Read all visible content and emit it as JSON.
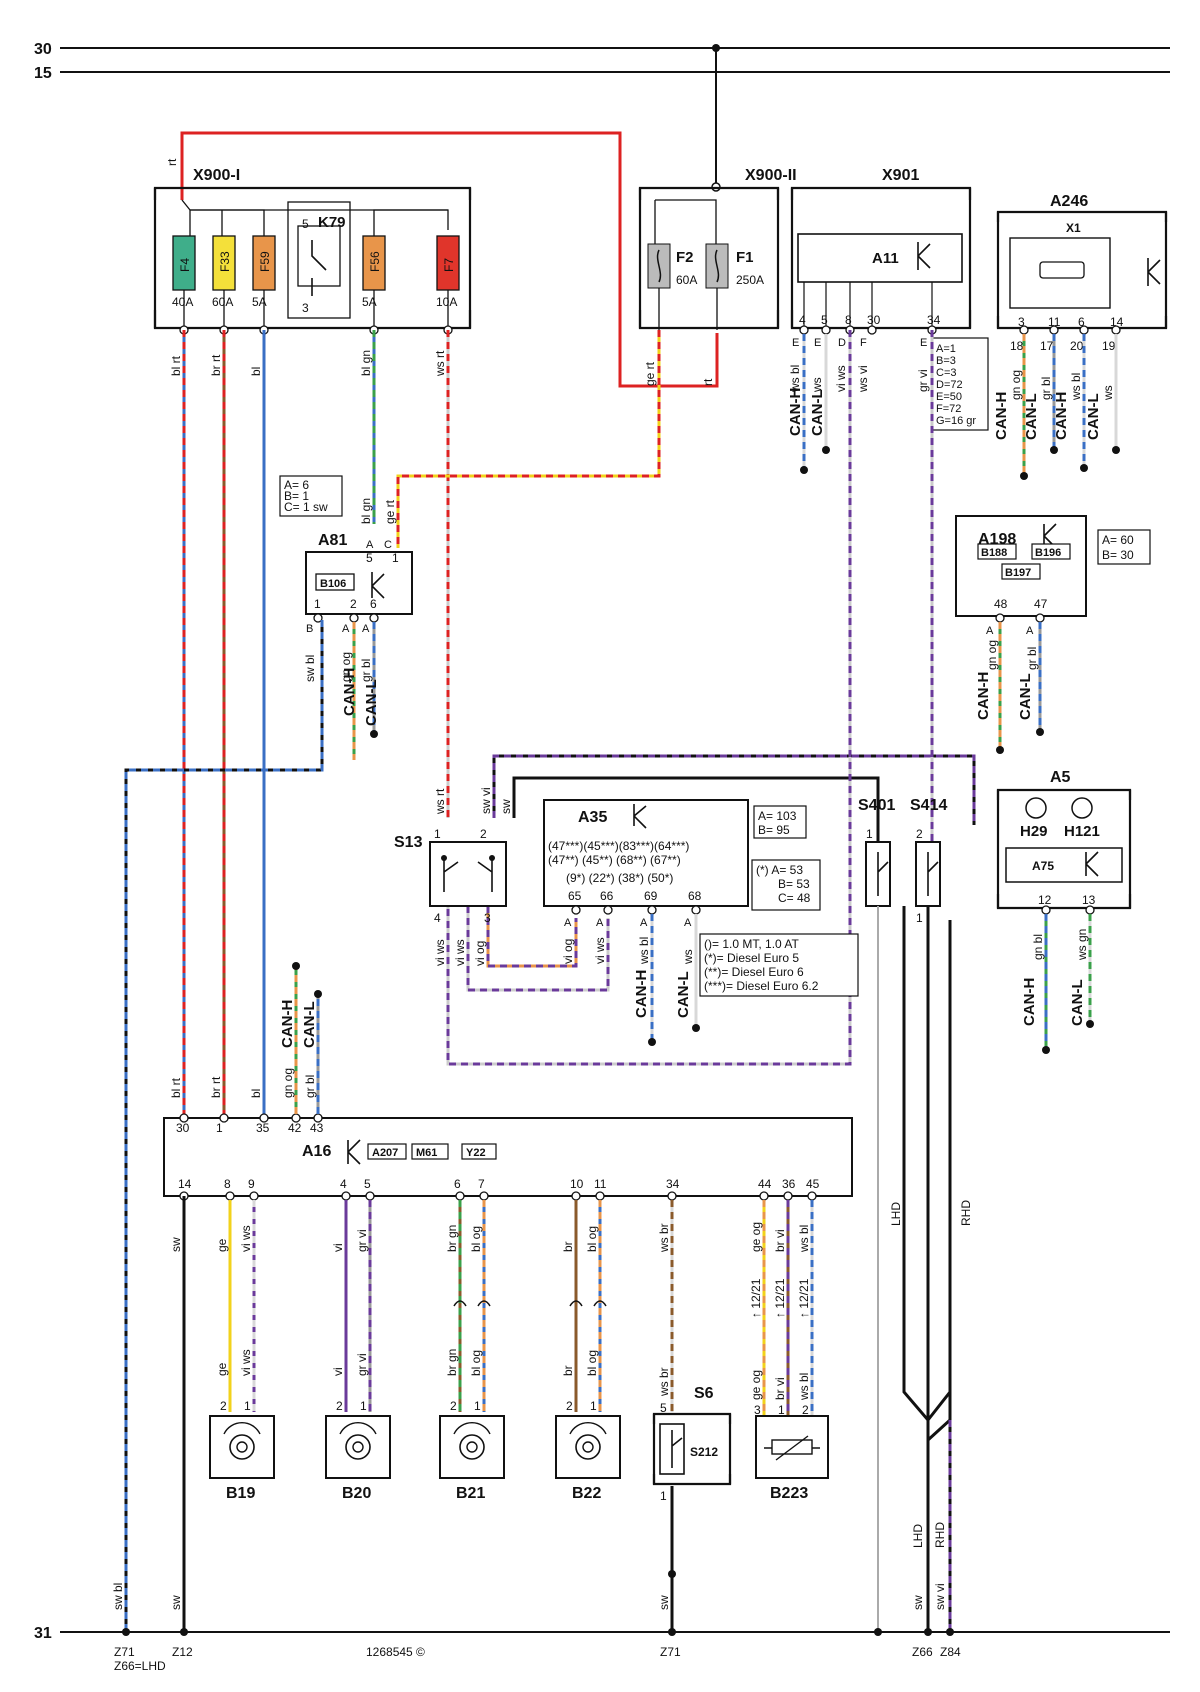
{
  "buses": {
    "b30": "30",
    "b15": "15",
    "b31": "31"
  },
  "x900i": {
    "title": "X900-I",
    "rt": "rt",
    "relay": "K79",
    "relay_p5": "5",
    "relay_p3": "3",
    "fuses": [
      {
        "name": "F4",
        "rating": "40A",
        "color": "#3fae8a"
      },
      {
        "name": "F33",
        "rating": "60A",
        "color": "#f4e03a"
      },
      {
        "name": "F59",
        "rating": "5A",
        "color": "#e8954a"
      },
      {
        "name": "F56",
        "rating": "5A",
        "color": "#e8954a"
      },
      {
        "name": "F7",
        "rating": "10A",
        "color": "#e0352b"
      }
    ],
    "wires": [
      "bl rt",
      "br rt",
      "bl",
      "bl gn",
      "ws rt"
    ]
  },
  "x900ii": {
    "title": "X900-II",
    "f2": "F2",
    "f2r": "60A",
    "f1": "F1",
    "f1r": "250A",
    "w1": "ge rt",
    "w2": "rt"
  },
  "x901": {
    "title": "X901",
    "module": "A11",
    "pins": [
      "4",
      "5",
      "8",
      "30",
      "34"
    ],
    "letters": [
      "E",
      "E",
      "D",
      "F",
      "E"
    ],
    "wires": [
      "ws bl",
      "ws",
      "vi ws",
      "ws vi",
      "gr vi"
    ],
    "can_h": "CAN-H",
    "can_l": "CAN-L",
    "note": [
      "A=1",
      "B=3",
      "C=3",
      "D=72",
      "E=50",
      "F=72",
      "G=16 gr"
    ]
  },
  "a246": {
    "title": "A246",
    "sub": "X1",
    "pins_in": [
      "3",
      "11",
      "6",
      "14"
    ],
    "pins_out": [
      "18",
      "17",
      "20",
      "19"
    ],
    "wires": [
      "gn og",
      "gr bl",
      "ws bl",
      "ws"
    ],
    "labels": [
      "CAN-H",
      "CAN-L",
      "CAN-H",
      "CAN-L"
    ]
  },
  "a198": {
    "title": "A198",
    "tags": [
      "B188",
      "B196",
      "B197"
    ],
    "pins": [
      "48",
      "47"
    ],
    "letters": [
      "A",
      "A"
    ],
    "wires": [
      "gn og",
      "gr bl"
    ],
    "can_h": "CAN-H",
    "can_l": "CAN-L",
    "note": [
      "A= 60",
      "B= 30"
    ]
  },
  "a81": {
    "title": "A81",
    "tag": "B106",
    "top_pins": [
      "5",
      "1"
    ],
    "top_letters": [
      "A",
      "C"
    ],
    "top_wires": [
      "bl gn",
      "ge rt"
    ],
    "bot_pins": [
      "1",
      "2",
      "6"
    ],
    "bot_letters": [
      "B",
      "A",
      "A"
    ],
    "bot_wires": [
      "sw bl",
      "gn og",
      "gr bl"
    ],
    "can_h": "CAN-H",
    "can_l": "CAN-L",
    "note": [
      "A= 6",
      "B= 1",
      "C= 1 sw"
    ]
  },
  "s13": {
    "title": "S13",
    "pin1": "1",
    "pin2": "2",
    "pin4": "4",
    "pin3": "3",
    "w1": "ws rt",
    "w2": "sw vi",
    "w3": "sw",
    "w4a": "vi ws",
    "w4b": "vi ws",
    "w3a": "vi og"
  },
  "a35": {
    "title": "A35",
    "line1": "(47***)(45***)(83***)(64***)",
    "line2": "(47**)  (45**)  (68**)  (67**)",
    "line3": "(9*)    (22*)   (38*)   (50*)",
    "pins": [
      "65",
      "66",
      "69",
      "68"
    ],
    "letters": [
      "A",
      "A",
      "A",
      "A"
    ],
    "wires": [
      "vi og",
      "vi ws",
      "ws bl",
      "ws"
    ],
    "can_h": "CAN-H",
    "can_l": "CAN-L",
    "note1": [
      "A= 103",
      "B= 95"
    ],
    "note2": [
      "(*) A= 53",
      "B= 53",
      "C= 48"
    ],
    "legend": [
      "()= 1.0 MT, 1.0 AT",
      "(*)= Diesel Euro 5",
      "(**)= Diesel Euro 6",
      "(***)= Diesel Euro 6.2"
    ]
  },
  "s401": {
    "title": "S401",
    "pin": "1"
  },
  "s414": {
    "title": "S414",
    "pin_top": "2",
    "pin_bot": "1"
  },
  "a5": {
    "title": "A5",
    "h29": "H29",
    "h121": "H121",
    "module": "A75",
    "pins": [
      "12",
      "13"
    ],
    "wires": [
      "gn bl",
      "ws gn"
    ],
    "can_h": "CAN-H",
    "can_l": "CAN-L"
  },
  "a16": {
    "title": "A16",
    "tags": [
      "A207",
      "M61",
      "Y22"
    ],
    "top_pins": [
      "30",
      "1",
      "35",
      "42",
      "43"
    ],
    "top_wires": [
      "bl rt",
      "br rt",
      "bl",
      "gn og",
      "gr bl"
    ],
    "top_can_h": "CAN-H",
    "top_can_l": "CAN-L",
    "bot_pins": [
      "14",
      "8",
      "9",
      "4",
      "5",
      "6",
      "7",
      "10",
      "11",
      "34",
      "44",
      "36",
      "45"
    ],
    "bot_wires": [
      "sw",
      "ge",
      "vi ws",
      "vi",
      "gr vi",
      "br gn",
      "bl og",
      "br",
      "bl og",
      "ws br",
      "ge og",
      "br vi",
      "ws bl"
    ]
  },
  "sensors": [
    {
      "name": "B19",
      "w1": "ge",
      "w2": "vi ws",
      "p1": "2",
      "p2": "1"
    },
    {
      "name": "B20",
      "w1": "vi",
      "w2": "gr vi",
      "p1": "2",
      "p2": "1"
    },
    {
      "name": "B21",
      "w1": "br gn",
      "w2": "bl og",
      "p1": "2",
      "p2": "1"
    },
    {
      "name": "B22",
      "w1": "br",
      "w2": "bl og",
      "p1": "2",
      "p2": "1"
    }
  ],
  "s6": {
    "title": "S6",
    "sub": "S212",
    "w": "ws br",
    "p5": "5",
    "p1": "1",
    "w_bot": "sw"
  },
  "b223": {
    "title": "B223",
    "w": [
      "ge og",
      "br vi",
      "ws bl"
    ],
    "pins": [
      "3",
      "1",
      "2"
    ],
    "date": "12/21"
  },
  "side": {
    "lhd": "LHD",
    "rhd": "RHD",
    "sw": "sw",
    "swvi": "sw vi"
  },
  "ground": {
    "swbl": "sw bl",
    "sw": "sw",
    "z71": "Z71",
    "z66lhd": "Z66=LHD",
    "z12": "Z12",
    "z71b": "Z71",
    "z66": "Z66",
    "z84": "Z84",
    "copyright": "1268545 ©"
  }
}
